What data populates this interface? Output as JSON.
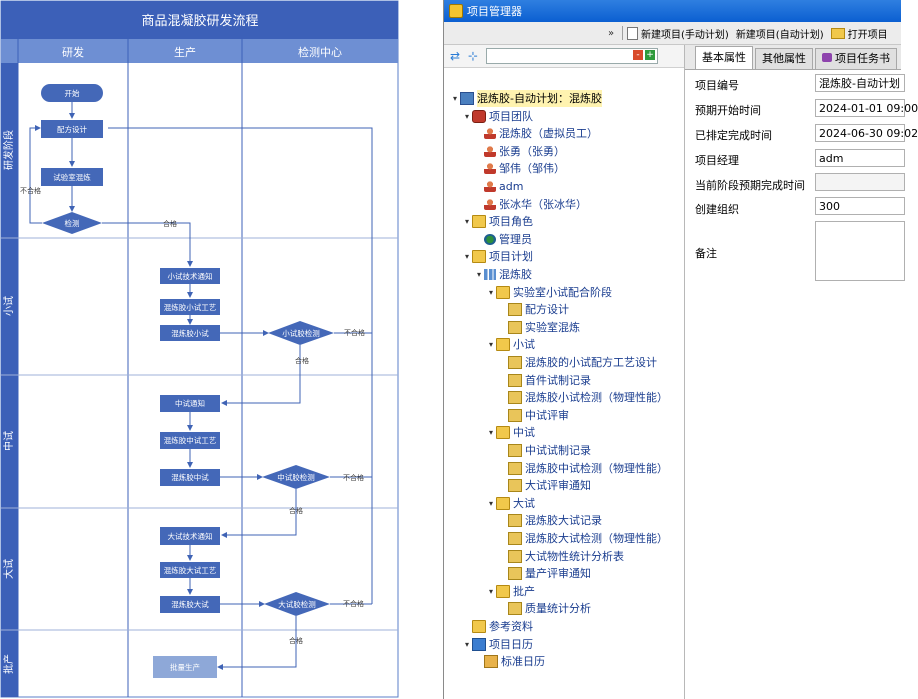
{
  "flowchart": {
    "title": "商品混凝胶研发流程",
    "columns": [
      "研发",
      "生产",
      "检测中心"
    ],
    "lanes": [
      "研发阶段",
      "小试",
      "中试",
      "大试",
      "批产"
    ],
    "nodes": {
      "start": "开始",
      "formula": "配方设计",
      "lab_mix": "试验室混炼",
      "inspect": "检测",
      "small_notice": "小试技术通知",
      "small_process": "混炼胶小试工艺",
      "small_trial": "混炼胶小试",
      "small_check": "小试胶检测",
      "mid_notice": "中试通知",
      "mid_process": "混炼胶中试工艺",
      "mid_trial": "混炼胶中试",
      "mid_check": "中试胶检测",
      "big_notice": "大试技术通知",
      "big_process": "混炼胶大试工艺",
      "big_trial": "混炼胶大试",
      "big_check": "大试胶检测",
      "mass": "批量生产"
    },
    "edge_labels": {
      "pass": "合格",
      "fail": "不合格"
    }
  },
  "window": {
    "title": "项目管理器",
    "toolbar": {
      "new_manual": "新建项目(手动计划)",
      "new_auto": "新建项目(自动计划)",
      "open": "打开项目"
    },
    "tree": [
      {
        "label": "混炼胶-自动计划：混炼胶",
        "level": 0,
        "icon": "project-icon",
        "arrow": "▾"
      },
      {
        "label": "项目团队",
        "level": 1,
        "icon": "team-icon",
        "arrow": "▾"
      },
      {
        "label": "混炼胶（虚拟员工）",
        "level": 2,
        "icon": "person-icon",
        "arrow": ""
      },
      {
        "label": "张勇（张勇）",
        "level": 2,
        "icon": "person-icon",
        "arrow": ""
      },
      {
        "label": "邹伟（邹伟）",
        "level": 2,
        "icon": "person-icon",
        "arrow": ""
      },
      {
        "label": "adm",
        "level": 2,
        "icon": "person-icon",
        "arrow": ""
      },
      {
        "label": "张冰华（张冰华）",
        "level": 2,
        "icon": "person-icon",
        "arrow": ""
      },
      {
        "label": "项目角色",
        "level": 1,
        "icon": "folder-icon",
        "arrow": "▾"
      },
      {
        "label": "管理员",
        "level": 2,
        "icon": "role-icon",
        "arrow": ""
      },
      {
        "label": "项目计划",
        "level": 1,
        "icon": "folder-icon",
        "arrow": "▾"
      },
      {
        "label": "混炼胶",
        "level": 2,
        "icon": "gantt-icon",
        "arrow": "▾"
      },
      {
        "label": "实验室小试配合阶段",
        "level": 3,
        "icon": "folder-icon",
        "arrow": "▾"
      },
      {
        "label": "配方设计",
        "level": 4,
        "icon": "task-icon",
        "arrow": ""
      },
      {
        "label": "实验室混炼",
        "level": 4,
        "icon": "task-icon",
        "arrow": ""
      },
      {
        "label": "小试",
        "level": 3,
        "icon": "folder-icon",
        "arrow": "▾"
      },
      {
        "label": "混炼胶的小试配方工艺设计",
        "level": 4,
        "icon": "task-icon",
        "arrow": ""
      },
      {
        "label": "首件试制记录",
        "level": 4,
        "icon": "task-icon",
        "arrow": ""
      },
      {
        "label": "混炼胶小试检测（物理性能）",
        "level": 4,
        "icon": "task-icon",
        "arrow": ""
      },
      {
        "label": "中试评审",
        "level": 4,
        "icon": "task-icon",
        "arrow": ""
      },
      {
        "label": "中试",
        "level": 3,
        "icon": "folder-icon",
        "arrow": "▾"
      },
      {
        "label": "中试试制记录",
        "level": 4,
        "icon": "task-icon",
        "arrow": ""
      },
      {
        "label": "混炼胶中试检测（物理性能）",
        "level": 4,
        "icon": "task-icon",
        "arrow": ""
      },
      {
        "label": "大试评审通知",
        "level": 4,
        "icon": "task-icon",
        "arrow": ""
      },
      {
        "label": "大试",
        "level": 3,
        "icon": "folder-icon",
        "arrow": "▾"
      },
      {
        "label": "混炼胶大试记录",
        "level": 4,
        "icon": "task-icon",
        "arrow": ""
      },
      {
        "label": "混炼胶大试检测（物理性能）",
        "level": 4,
        "icon": "task-icon",
        "arrow": ""
      },
      {
        "label": "大试物性统计分析表",
        "level": 4,
        "icon": "task-icon",
        "arrow": ""
      },
      {
        "label": "量产评审通知",
        "level": 4,
        "icon": "task-icon",
        "arrow": ""
      },
      {
        "label": "批产",
        "level": 3,
        "icon": "folder-icon",
        "arrow": "▾"
      },
      {
        "label": "质量统计分析",
        "level": 4,
        "icon": "task-icon",
        "arrow": ""
      },
      {
        "label": "参考资料",
        "level": 1,
        "icon": "folder-icon",
        "arrow": ""
      },
      {
        "label": "项目日历",
        "level": 1,
        "icon": "calendar-icon",
        "arrow": "▾"
      },
      {
        "label": "标准日历",
        "level": 2,
        "icon": "calendar-day-icon",
        "arrow": ""
      }
    ],
    "tabs": [
      "基本属性",
      "其他属性",
      "项目任务书"
    ],
    "properties": {
      "code_label": "项目编号",
      "code_value": "混炼胶-自动计划",
      "start_label": "预期开始时间",
      "start_value": "2024-01-01 09:00",
      "done_label": "已排定完成时间",
      "done_value": "2024-06-30 09:02",
      "manager_label": "项目经理",
      "manager_value": "adm",
      "phase_label": "当前阶段预期完成时间",
      "phase_value": "",
      "org_label": "创建组织",
      "org_value": "300",
      "remark_label": "备注",
      "remark_value": ""
    }
  },
  "colors": {
    "flow_title_bg": "#3c60b8",
    "flow_box": "#4468b8",
    "flow_box_light": "#8ea8d8",
    "flow_line": "#3f63b5",
    "win_title": "#0b5fd1"
  }
}
